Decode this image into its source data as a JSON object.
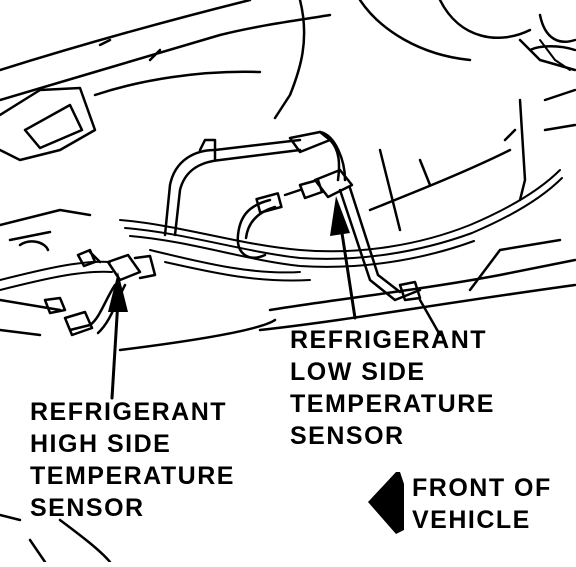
{
  "labels": {
    "high_side": [
      "REFRIGERANT",
      "HIGH SIDE",
      "TEMPERATURE",
      "SENSOR"
    ],
    "low_side": [
      "REFRIGERANT",
      "LOW SIDE",
      "TEMPERATURE",
      "SENSOR"
    ],
    "front": [
      "FRONT OF",
      "VEHICLE"
    ]
  },
  "colors": {
    "ink": "#000000",
    "paper": "#ffffff"
  }
}
